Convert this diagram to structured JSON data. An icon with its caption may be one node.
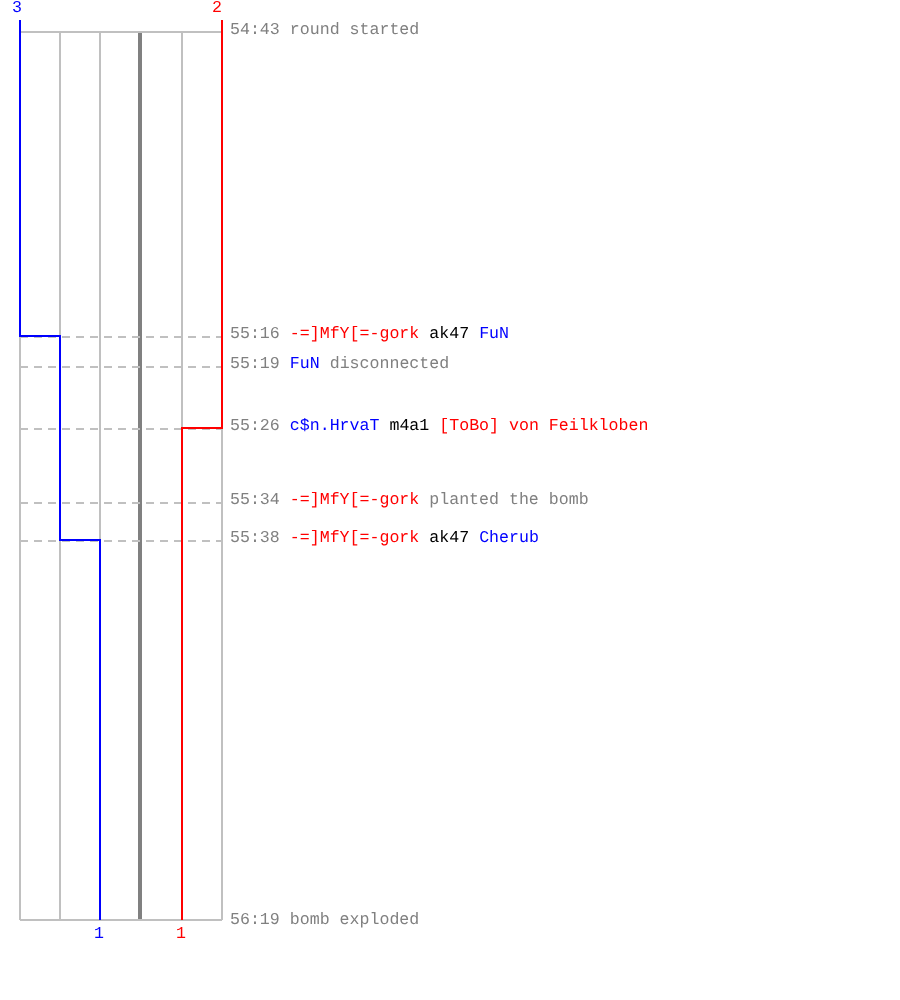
{
  "diagram": {
    "labels": [
      "3",
      "2",
      "54:43",
      "round started",
      "55:16",
      "-=]MfY[=-gork",
      "ak47",
      "FuN",
      "55:19",
      "FuN",
      "disconnected",
      "55:26",
      "c$n.HrvaT",
      "m4a1",
      "[ToBo] von Feilkloben",
      "55:34",
      "-=]MfY[=-gork",
      "planted the bomb",
      "55:38",
      "-=]MfY[=-gork",
      "ak47",
      "Cherub",
      "56:19",
      "bomb exploded",
      "1",
      "1"
    ]
  }
}
